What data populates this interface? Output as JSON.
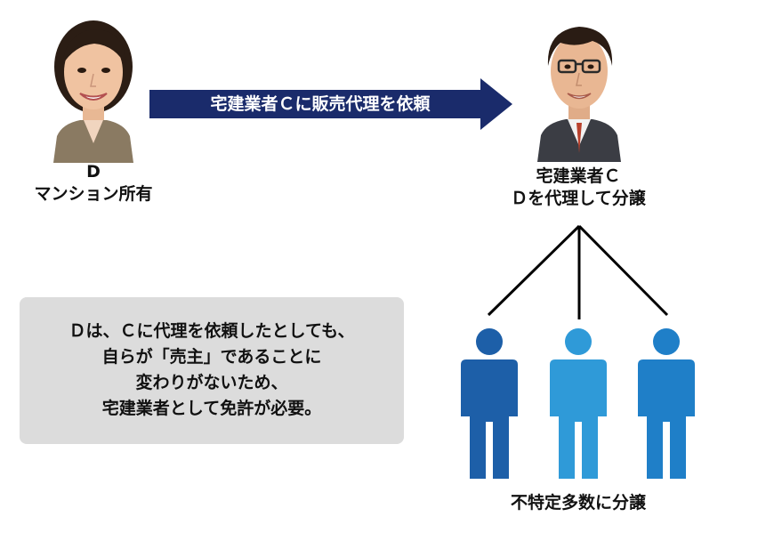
{
  "person_d": {
    "name": "D",
    "description": "マンション所有"
  },
  "arrow": {
    "label": "宅建業者Ｃに販売代理を依頼",
    "color": "#1a2b6b"
  },
  "person_c": {
    "name": "宅建業者Ｃ",
    "description": "Ｄを代理して分譲"
  },
  "buyers": {
    "label": "不特定多数に分譲",
    "colors": [
      "#1d5fa8",
      "#2f9ad8",
      "#1f7fc8"
    ]
  },
  "note": {
    "text": "Ｄは、Ｃに代理を依頼したとしても、\n自らが「売主」であることに\n変わりがないため、\n宅建業者として免許が必要。",
    "background": "#dcdcdc"
  }
}
